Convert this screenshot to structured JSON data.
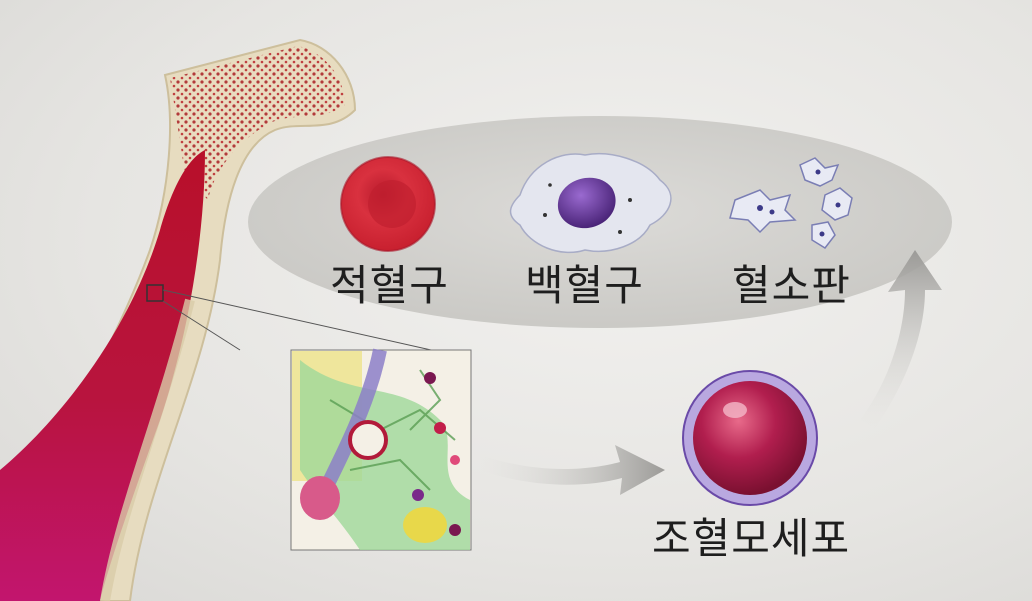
{
  "labels": {
    "red_blood_cell": "적혈구",
    "white_blood_cell": "백혈구",
    "platelet": "혈소판",
    "stem_cell": "조혈모세포"
  },
  "colors": {
    "marrow_red": "#b8102a",
    "marrow_magenta": "#c2156e",
    "bone": "#e7dcc0",
    "rbc": "#d42a3c",
    "wbc_nucleus": "#6a3b9a",
    "stem_cell": "#b11e4e",
    "stem_membrane": "#8a6ac8"
  }
}
